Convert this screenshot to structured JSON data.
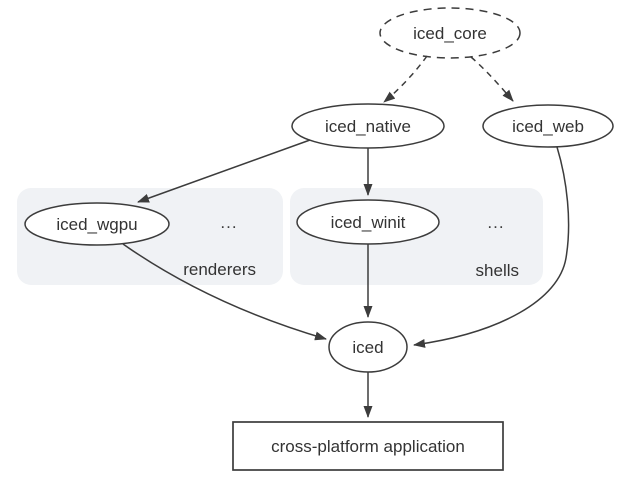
{
  "colors": {
    "accent_blue": "#1a73e8",
    "group_fill": "#f0f2f5",
    "line_ink": "#3c3c3c",
    "text_ink": "#333333"
  },
  "nodes": {
    "iced_core": {
      "label": "iced_core"
    },
    "iced_native": {
      "label": "iced_native"
    },
    "iced_web": {
      "label": "iced_web"
    },
    "iced_wgpu": {
      "label": "iced_wgpu"
    },
    "iced_winit": {
      "label": "iced_winit"
    },
    "iced": {
      "label": "iced"
    },
    "application": {
      "label": "cross-platform application"
    }
  },
  "groups": {
    "renderers": {
      "label": "renderers",
      "ellipsis": "..."
    },
    "shells": {
      "label": "shells",
      "ellipsis": "..."
    }
  }
}
